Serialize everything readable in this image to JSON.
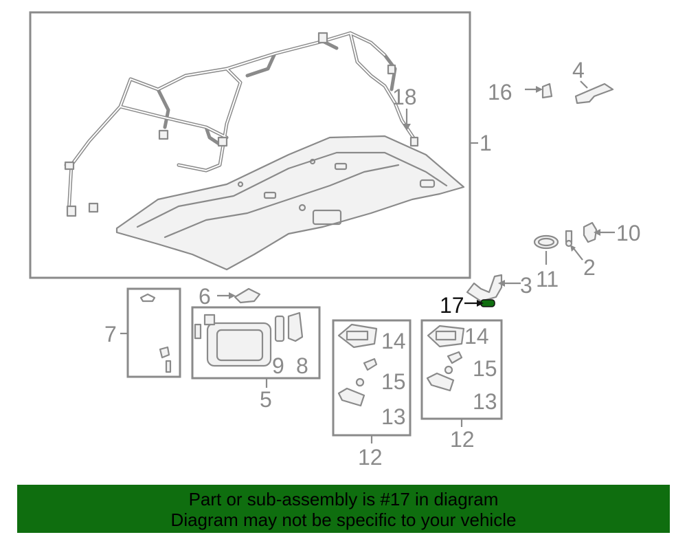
{
  "diagram": {
    "callouts": {
      "c1": "1",
      "c2": "2",
      "c3": "3",
      "c4": "4",
      "c5": "5",
      "c6": "6",
      "c7": "7",
      "c8": "8",
      "c9": "9",
      "c10": "10",
      "c11": "11",
      "c12a": "12",
      "c12b": "12",
      "c13a": "13",
      "c13b": "13",
      "c14a": "14",
      "c14b": "14",
      "c15a": "15",
      "c15b": "15",
      "c16": "16",
      "c17": "17",
      "c18": "18"
    },
    "highlight_part": "17",
    "highlight_color": "#0f6e0f",
    "line_color": "#8a8a8a"
  },
  "banner": {
    "line1": "Part or sub-assembly is #17 in diagram",
    "line2": "Diagram may not be specific to your vehicle",
    "background": "#0f6e0f"
  }
}
